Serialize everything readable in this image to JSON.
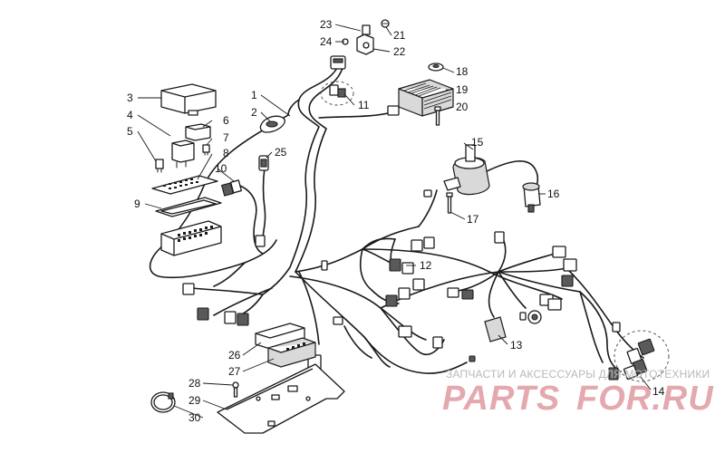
{
  "callouts": [
    "1",
    "2",
    "3",
    "4",
    "5",
    "6",
    "7",
    "8",
    "9",
    "10",
    "11",
    "12",
    "13",
    "14",
    "15",
    "16",
    "17",
    "18",
    "19",
    "20",
    "21",
    "22",
    "23",
    "24",
    "25",
    "26",
    "27",
    "28",
    "29",
    "30"
  ],
  "watermark": {
    "tagline": "ЗАПЧАСТИ И АКСЕССУАРЫ ДЛЯ МОТОТЕХНИКИ",
    "brand_left": "PARTS",
    "brand_right": "FOR.RU"
  },
  "colors": {
    "ink": "#1a1a1a",
    "watermark_brand": "#e4a9ae",
    "watermark_tagline": "#b8b8b8"
  }
}
